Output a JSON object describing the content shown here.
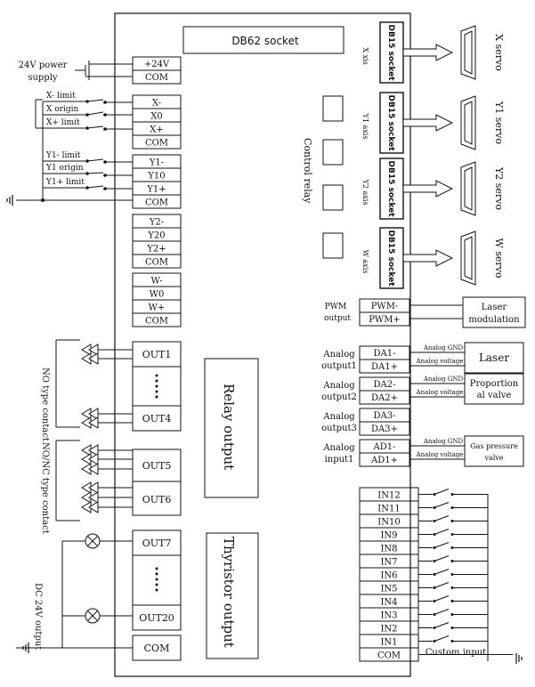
{
  "title": "DB62 socket",
  "power": {
    "label_line1": "24V power",
    "label_line2": "supply",
    "t1": "+24V",
    "t2": "COM"
  },
  "x_axis_terms": [
    "X-",
    "X0",
    "X+",
    "COM"
  ],
  "x_limits": [
    "X- limit",
    "X origin",
    "X+ limit"
  ],
  "y1_terms": [
    "Y1-",
    "Y10",
    "Y1+",
    "COM"
  ],
  "y1_limits": [
    "Y1- limit",
    "Y1 origin",
    "Y1+ limit"
  ],
  "y2_terms": [
    "Y2-",
    "Y20",
    "Y2+",
    "COM"
  ],
  "w_terms": [
    "W-",
    "W0",
    "W+",
    "COM"
  ],
  "control_relay": "Control relay",
  "db15_label": "DB15 socket",
  "axes": [
    {
      "axis": "X xis",
      "servo": "X servo"
    },
    {
      "axis": "Y1 axis",
      "servo": "Y1 servo"
    },
    {
      "axis": "Y2 axis",
      "servo": "Y2 servo"
    },
    {
      "axis": "W axis",
      "servo": "W servo"
    }
  ],
  "relay": {
    "out_top": "OUT1",
    "out_bottom": "OUT4",
    "out5": "OUT5",
    "out6": "OUT6",
    "label": "Relay output",
    "no_type": "NO type contact",
    "nonc_type": "NO/NC type contact"
  },
  "thyristor": {
    "out_top": "OUT7",
    "out_bottom": "OUT20",
    "com": "COM",
    "label": "Thyristor output",
    "dc": "DC 24V output"
  },
  "pwm": {
    "label_line1": "PWM",
    "label_line2": "output",
    "t1": "PWM-",
    "t2": "PWM+",
    "device_line1": "Laser",
    "device_line2": "modulation"
  },
  "analog": [
    {
      "label_line1": "Analog",
      "label_line2": "output1",
      "t1": "DA1-",
      "t2": "DA1+",
      "gnd": "Analog GND",
      "volt": "Analog voltage",
      "device_line1": "Laser",
      "device_line2": ""
    },
    {
      "label_line1": "Analog",
      "label_line2": "output2",
      "t1": "DA2-",
      "t2": "DA2+",
      "gnd": "Analog GND",
      "volt": "Analog voltage",
      "device_line1": "Proportion",
      "device_line2": "al valve"
    },
    {
      "label_line1": "Analog",
      "label_line2": "output3",
      "t1": "DA3-",
      "t2": "DA3+",
      "gnd": "",
      "volt": "",
      "device_line1": "",
      "device_line2": ""
    },
    {
      "label_line1": "Analog",
      "label_line2": "input1",
      "t1": "AD1-",
      "t2": "AD1+",
      "gnd": "Analog GND",
      "volt": "Analog voltage",
      "device_line1": "Gas pressure",
      "device_line2": "valve"
    }
  ],
  "inputs": [
    "IN12",
    "IN11",
    "IN10",
    "IN9",
    "IN8",
    "IN7",
    "IN6",
    "IN5",
    "IN4",
    "IN3",
    "IN2",
    "IN1",
    "COM"
  ],
  "custom_input": "Custom input"
}
